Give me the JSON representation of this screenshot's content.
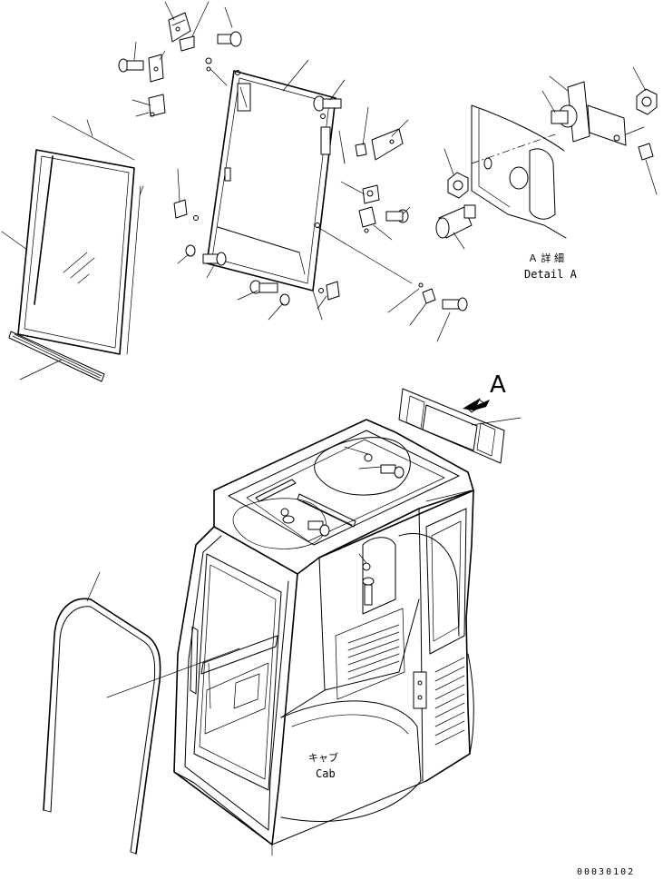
{
  "callout_letter": "A",
  "detail": {
    "label_jp": "Ａ 詳 細",
    "label_en": "Detail A"
  },
  "cab": {
    "label_jp": "キャブ",
    "label_en": "Cab"
  },
  "drawing_number": "00030102"
}
